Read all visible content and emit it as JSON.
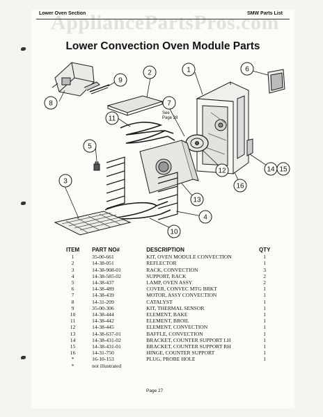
{
  "header": {
    "section": "Lower Oven Section",
    "doc": "SMW Parts List"
  },
  "watermark": "AppliancePartsPros.com",
  "title": "Lower Convection Oven Module Parts",
  "diagram": {
    "see_page_label": "See",
    "see_page_ref": "Page 28",
    "callouts": [
      "1",
      "2",
      "3",
      "4",
      "5",
      "6",
      "7",
      "8",
      "9",
      "10",
      "11",
      "12",
      "13",
      "14",
      "15",
      "16"
    ]
  },
  "table": {
    "headers": {
      "item": "ITEM",
      "part": "PART NO#",
      "desc": "DESCRIPTION",
      "qty": "QTY"
    },
    "rows": [
      {
        "item": "1",
        "part": "35-00-661",
        "desc": "KIT, OVEN MODULE CONVECTION",
        "qty": "1"
      },
      {
        "item": "2",
        "part": "14-38-051",
        "desc": "REFLECTOR",
        "qty": "1"
      },
      {
        "item": "3",
        "part": "14-38-908-01",
        "desc": "RACK, CONVECTION",
        "qty": "3"
      },
      {
        "item": "4",
        "part": "14-38-585-02",
        "desc": "SUPPORT, RACK",
        "qty": "2"
      },
      {
        "item": "5",
        "part": "14-38-437",
        "desc": "LAMP, OVEN ASSY",
        "qty": "2"
      },
      {
        "item": "6",
        "part": "14-38-489",
        "desc": "COVER, CONVEC MTG BRKT",
        "qty": "1"
      },
      {
        "item": "7",
        "part": "14-38-439",
        "desc": "MOTOR, ASSY CONVECTION",
        "qty": "1"
      },
      {
        "item": "8",
        "part": "14-31-209",
        "desc": "CATALYST",
        "qty": "1"
      },
      {
        "item": "9",
        "part": "35-00-306",
        "desc": "KIT, THERMAL SENSOR",
        "qty": "1"
      },
      {
        "item": "10",
        "part": "14-38-444",
        "desc": "ELEMENT, BAKE",
        "qty": "1"
      },
      {
        "item": "11",
        "part": "14-38-442",
        "desc": "ELEMENT, BROIL",
        "qty": "1"
      },
      {
        "item": "12",
        "part": "14-38-445",
        "desc": "ELEMENT, CONVECTION",
        "qty": "1"
      },
      {
        "item": "13",
        "part": "14-38-637-01",
        "desc": "BAFFLE, CONVECTION",
        "qty": "1"
      },
      {
        "item": "14",
        "part": "14-38-431-02",
        "desc": "BRACKET, COUNTER SUPPORT LH",
        "qty": "1"
      },
      {
        "item": "15",
        "part": "14-38-431-01",
        "desc": "BRACKET, COUNTER SUPPORT RH",
        "qty": "1"
      },
      {
        "item": "16",
        "part": "14-31-750",
        "desc": "HINGE, COUNTER SUPPORT",
        "qty": "1"
      },
      {
        "item": "*",
        "part": "16-10-153",
        "desc": "PLUG, PROBE HOLE",
        "qty": "1"
      },
      {
        "item": "*",
        "part": "not illustrated",
        "desc": "",
        "qty": ""
      }
    ]
  },
  "footer": "Page 27"
}
